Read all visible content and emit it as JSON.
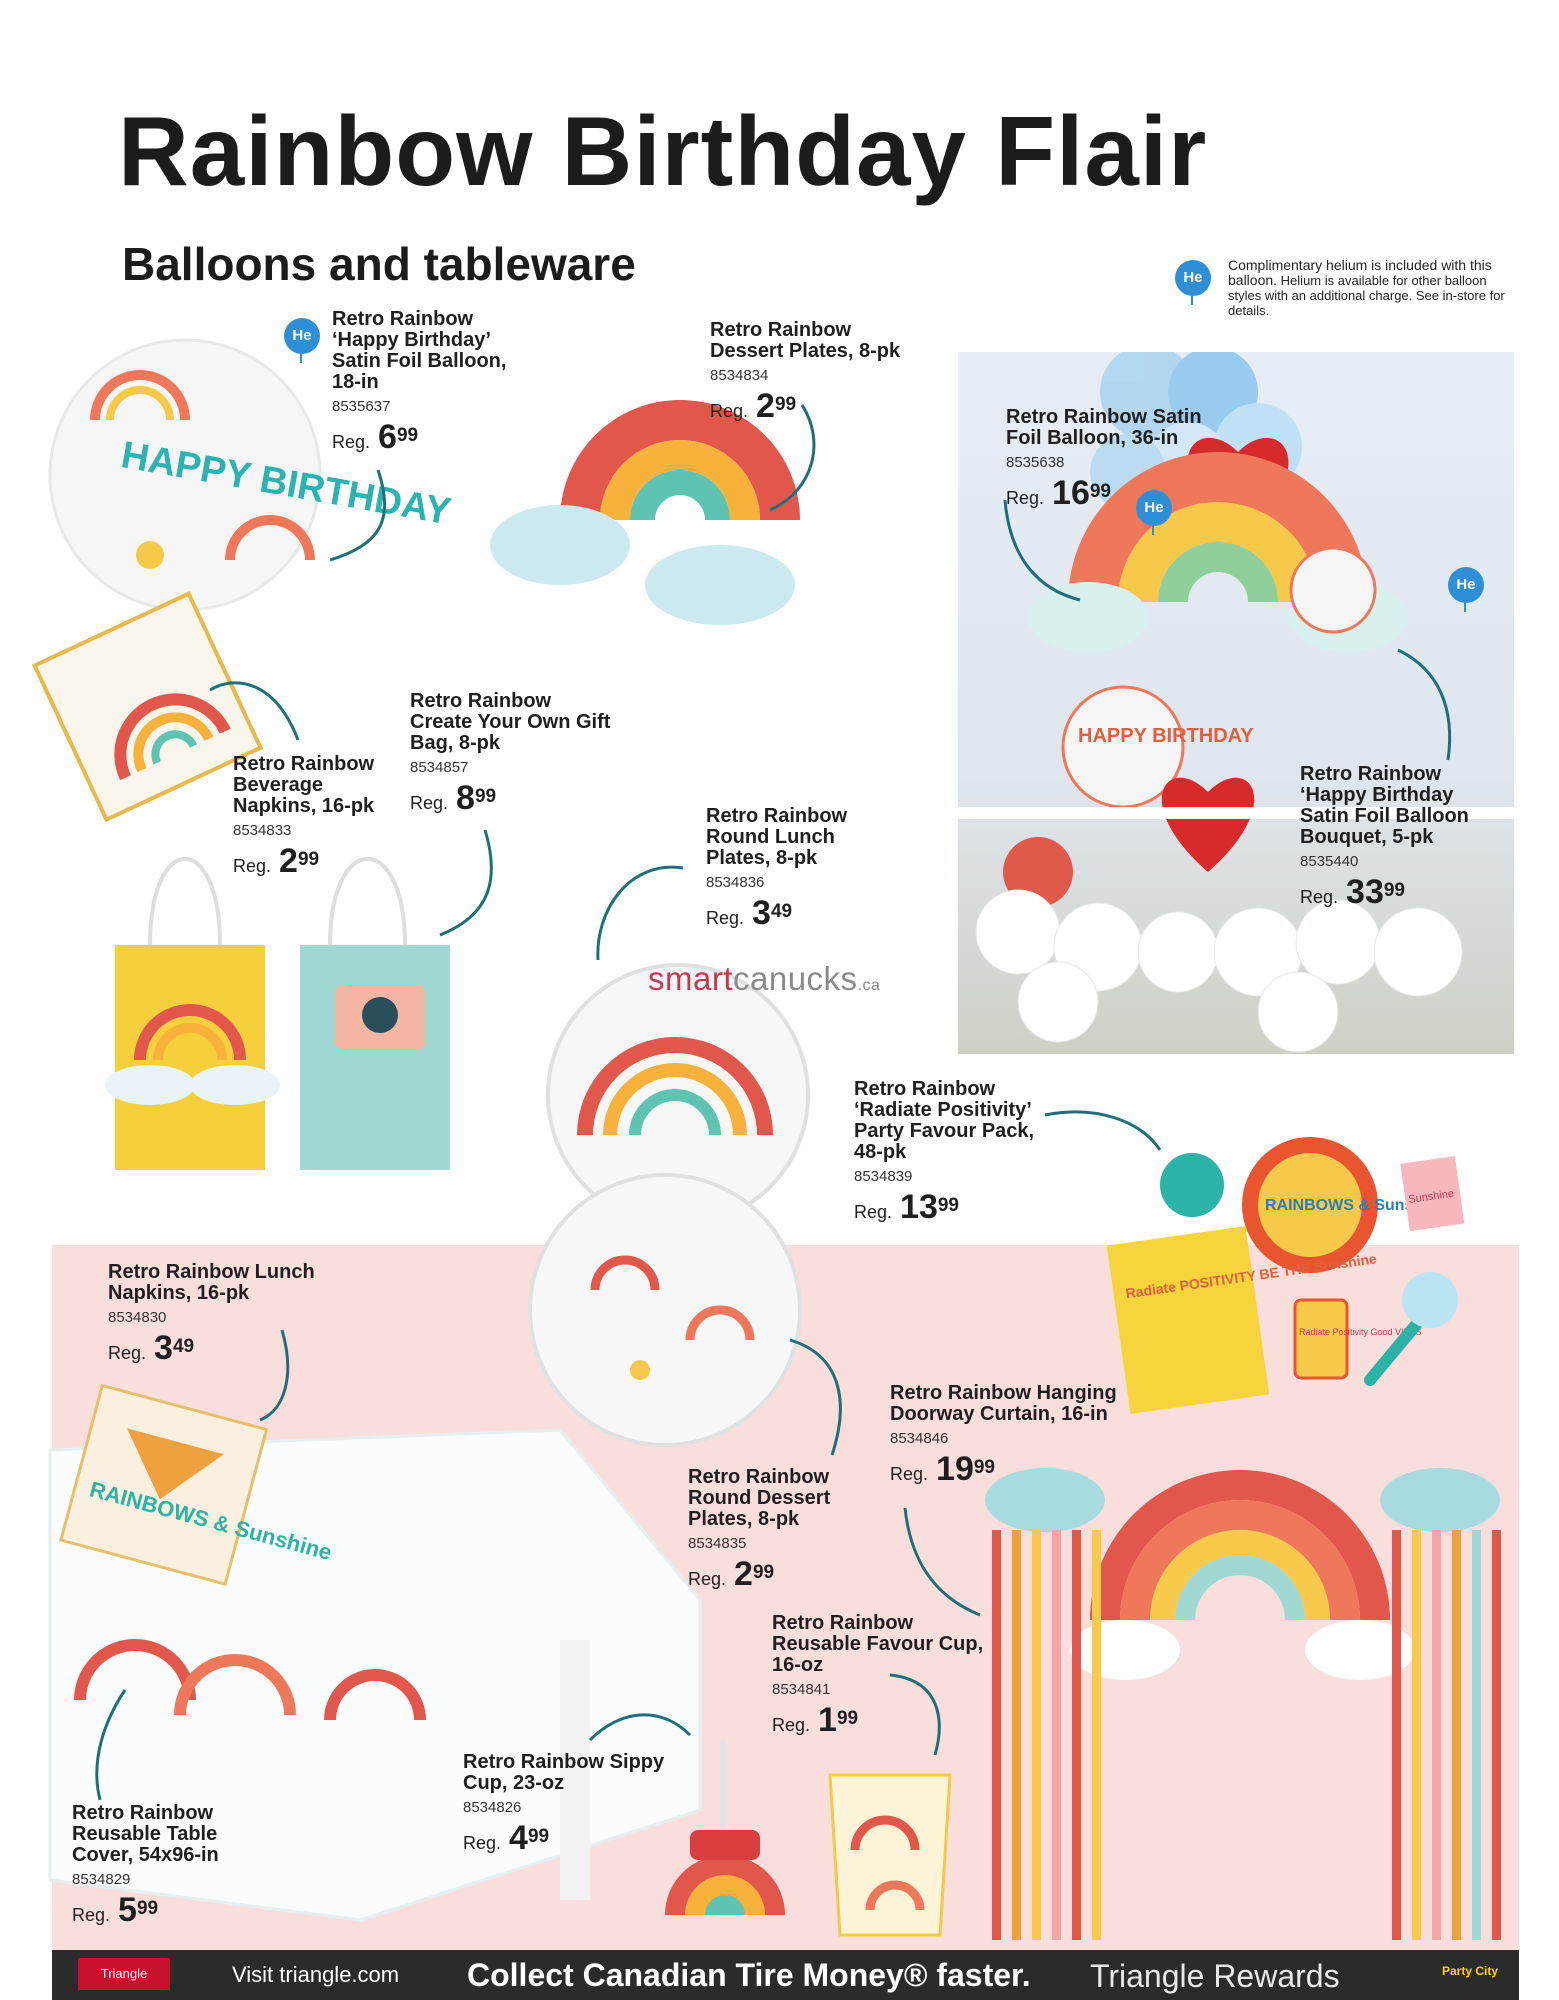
{
  "page": {
    "title": "Rainbow Birthday Flair",
    "subtitle": "Balloons and tableware",
    "helium_note": {
      "badge": "He",
      "first_line": "Complimentary helium is included with this balloon.",
      "rest": "Helium is available for other balloon styles with an additional charge. See in-store for details."
    },
    "watermark": {
      "brand_a": "smart",
      "brand_b": "canucks",
      "tld": ".ca"
    },
    "reg_label": "Reg.",
    "colors": {
      "pink_panel": "#f9dedb",
      "footer_bg": "#2b2b2b",
      "helium_badge": "#2f8fd6",
      "watermark": "#c23a50"
    }
  },
  "products": [
    {
      "name": "Retro Rainbow\n‘Happy Birthday’\nSatin Foil Balloon,\n18-in",
      "sku": "8535637",
      "dollars": "6",
      "cents": "99",
      "helium": true
    },
    {
      "name": "Retro Rainbow\nDessert Plates, 8-pk",
      "sku": "8534834",
      "dollars": "2",
      "cents": "99"
    },
    {
      "name": "Retro Rainbow Satin\nFoil Balloon, 36-in",
      "sku": "8535638",
      "dollars": "16",
      "cents": "99",
      "helium": true
    },
    {
      "name": "Retro Rainbow\nCreate Your Own Gift\nBag, 8-pk",
      "sku": "8534857",
      "dollars": "8",
      "cents": "99"
    },
    {
      "name": "Retro Rainbow\nBeverage\nNapkins, 16-pk",
      "sku": "8534833",
      "dollars": "2",
      "cents": "99"
    },
    {
      "name": "Retro Rainbow\nRound Lunch\nPlates, 8-pk",
      "sku": "8534836",
      "dollars": "3",
      "cents": "49"
    },
    {
      "name": "Retro Rainbow\n‘Happy Birthday\nSatin Foil Balloon\nBouquet, 5-pk",
      "sku": "8535440",
      "dollars": "33",
      "cents": "99",
      "helium": true
    },
    {
      "name": "Retro Rainbow\n‘Radiate Positivity’\nParty Favour Pack,\n48-pk",
      "sku": "8534839",
      "dollars": "13",
      "cents": "99"
    },
    {
      "name": "Retro Rainbow Lunch\nNapkins, 16-pk",
      "sku": "8534830",
      "dollars": "3",
      "cents": "49"
    },
    {
      "name": "Retro Rainbow Hanging\nDoorway Curtain, 16-in",
      "sku": "8534846",
      "dollars": "19",
      "cents": "99"
    },
    {
      "name": "Retro Rainbow\nRound Dessert\nPlates, 8-pk",
      "sku": "8534835",
      "dollars": "2",
      "cents": "99"
    },
    {
      "name": "Retro Rainbow\nReusable Favour Cup,\n16-oz",
      "sku": "8534841",
      "dollars": "1",
      "cents": "99"
    },
    {
      "name": "Retro Rainbow Sippy\nCup, 23-oz",
      "sku": "8534826",
      "dollars": "4",
      "cents": "99"
    },
    {
      "name": "Retro Rainbow\nReusable Table\nCover, 54x96-in",
      "sku": "8534829",
      "dollars": "5",
      "cents": "99"
    }
  ],
  "product_art": {
    "balloon_text": "HAPPY BIRTHDAY",
    "bouquet_balloon_text": "HAPPY BIRTHDAY",
    "napkin_text": "RAINBOWS & Sunshine",
    "favour_plate_text": "RAINBOWS & Sunshine",
    "favour_card_text": "Radiate POSITIVITY BE THE Sunshine",
    "favour_can_text": "Radiate Positivity Good VIBES",
    "favour_book_text": "Sunshine"
  },
  "footer": {
    "logo": "Triangle",
    "visit": "Visit triangle.com",
    "collect": "Collect Canadian Tire Money® faster.",
    "rewards": "Triangle Rewards",
    "partner": "Party City"
  }
}
